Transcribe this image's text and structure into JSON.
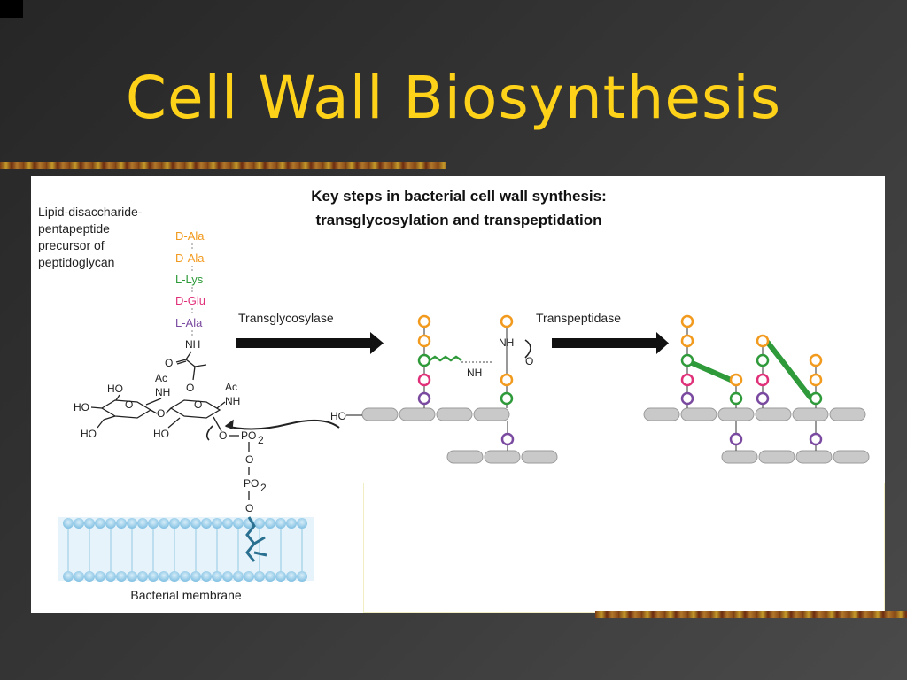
{
  "slide": {
    "title": "Cell Wall Biosynthesis"
  },
  "figure": {
    "title_line1": "Key steps in bacterial cell wall synthesis:",
    "title_line2": "transglycosylation and transpeptidation",
    "precursor_label": [
      "Lipid-disaccharide-",
      "pentapeptide",
      "precursor of",
      "peptidoglycan"
    ],
    "peptide": [
      {
        "label": "D-Ala",
        "color": "#f29a1e"
      },
      {
        "label": "D-Ala",
        "color": "#f29a1e"
      },
      {
        "label": "L-Lys",
        "color": "#2e9a3a"
      },
      {
        "label": "D-Glu",
        "color": "#e0307a"
      },
      {
        "label": "L-Ala",
        "color": "#7a4aa0"
      }
    ],
    "enzyme1": "Transglycosylase",
    "enzyme2": "Transpeptidase",
    "membrane_label": "Bacterial membrane",
    "chem_labels": {
      "nh_top": "NH",
      "o_carbonyl": "O",
      "ho1": "HO",
      "ho2": "HO",
      "ho3": "HO",
      "ho4": "HO",
      "ac1": "Ac",
      "nh1": "NH",
      "ac2": "Ac",
      "nh2": "NH",
      "o_ring1": "O",
      "o_ring2": "O",
      "o_link": "O",
      "o_bridge": "O",
      "o_phos": "O",
      "po2_1": "PO",
      "po2_2": "PO",
      "sub2": "2",
      "o_p1": "O",
      "o_p2": "O",
      "ho_chain": "HO",
      "nh_react": "NH",
      "nh2_react": "NH",
      "o_react": "O"
    },
    "colors": {
      "d_ala": "#f29a1e",
      "l_lys": "#2e9a3a",
      "d_glu": "#e0307a",
      "l_ala": "#7a4aa0",
      "sugar": "#c9c9c9",
      "membrane": "#9fd0ea",
      "lipid": "#2a7090"
    }
  }
}
